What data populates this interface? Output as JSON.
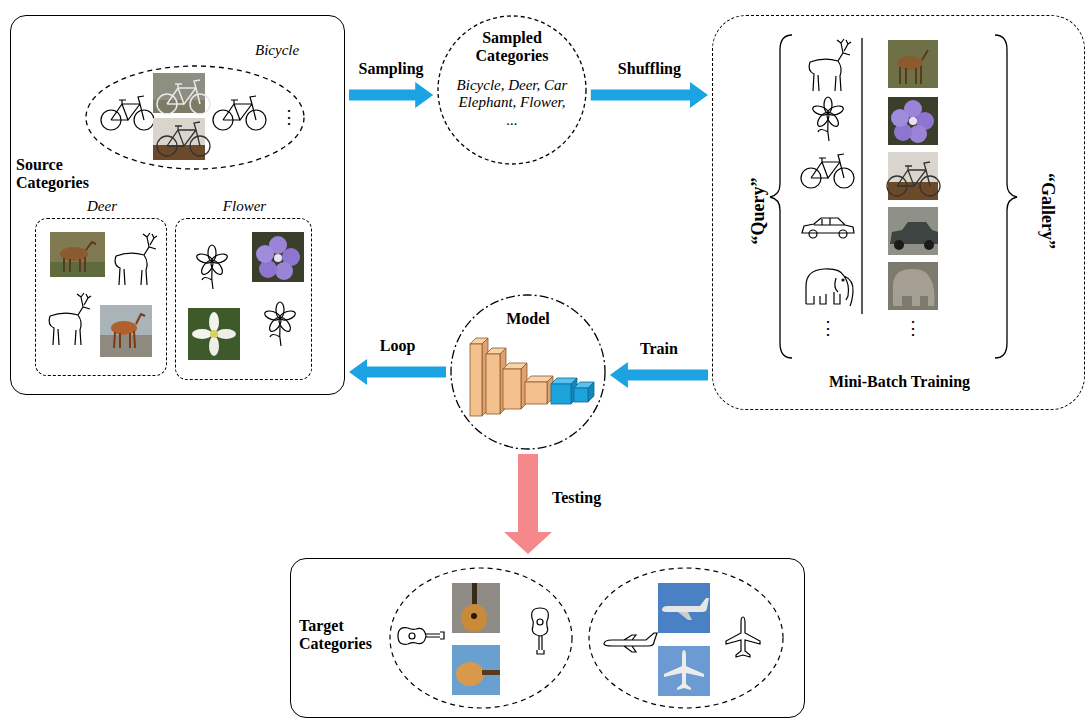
{
  "diagram": {
    "nodes": [
      {
        "text": [
          "Source Categories"
        ]
      },
      {
        "text": [
          "Bicycle"
        ],
        "in": 0
      },
      {
        "text": [
          "Deer"
        ],
        "in": 0
      },
      {
        "text": [
          "Flower"
        ],
        "in": 0
      },
      {
        "text": [
          "Sampled Categories",
          "Bicycle, Deer, Car Elephant, Flower, ..."
        ]
      },
      {
        "text": [
          "“Query”",
          "“Gallery”",
          "Mini-Batch Training"
        ]
      },
      {
        "text": [
          "Model"
        ]
      },
      {
        "text": [
          "Target Categories"
        ]
      }
    ],
    "edges": [
      {
        "from": 0,
        "to": 4,
        "label": "Sampling",
        "arrow": "to"
      },
      {
        "from": 4,
        "to": 5,
        "label": "Shuffling",
        "arrow": "to"
      },
      {
        "from": 5,
        "to": 6,
        "label": "Train",
        "arrow": "to"
      },
      {
        "from": 6,
        "to": 0,
        "label": "Loop",
        "arrow": "to"
      },
      {
        "from": 6,
        "to": 7,
        "label": "Testing",
        "arrow": "to"
      }
    ],
    "labels": [
      "⋮",
      "⋮",
      "⋮"
    ]
  }
}
